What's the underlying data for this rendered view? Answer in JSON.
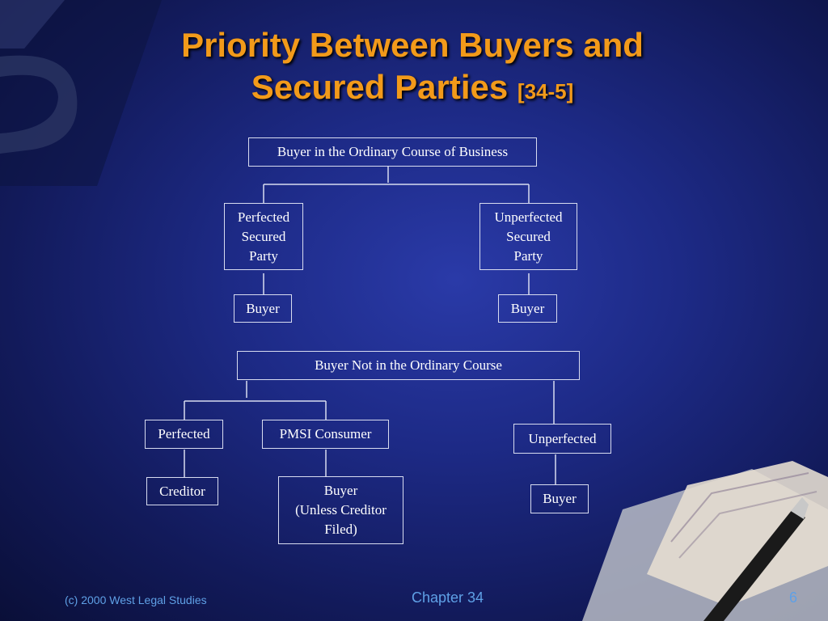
{
  "title": {
    "line1": "Priority Between Buyers and",
    "line2": "Secured Parties",
    "ref": "[34-5]"
  },
  "diagram": {
    "top_root": "Buyer in the Ordinary Course of Business",
    "perfected_secured_party": "Perfected\nSecured\nParty",
    "unperfected_secured_party": "Unperfected\nSecured\nParty",
    "buyer_left": "Buyer",
    "buyer_right": "Buyer",
    "bottom_root": "Buyer Not in the Ordinary Course",
    "perfected": "Perfected",
    "pmsi_consumer": "PMSI Consumer",
    "unperfected": "Unperfected",
    "creditor": "Creditor",
    "buyer_unless": "Buyer\n(Unless Creditor\nFiled)",
    "buyer_bottom_right": "Buyer"
  },
  "footer": {
    "copyright": "(c) 2000 West Legal Studies",
    "chapter": "Chapter 34",
    "page": "6"
  },
  "colors": {
    "title": "#f29a1a",
    "footer": "#5fa0e6",
    "box_border": "#d8dcf0"
  }
}
